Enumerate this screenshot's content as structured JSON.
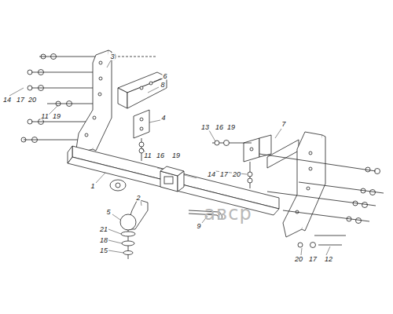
{
  "diagram": {
    "labels": [
      "3",
      "6",
      "8",
      "4",
      "14",
      "17",
      "20",
      "11",
      "19",
      "11",
      "16",
      "19",
      "13",
      "16",
      "19",
      "7",
      "1",
      "14",
      "17",
      "20",
      "2",
      "5",
      "9",
      "21",
      "18",
      "15",
      "20",
      "17",
      "12",
      "aвcp"
    ]
  }
}
